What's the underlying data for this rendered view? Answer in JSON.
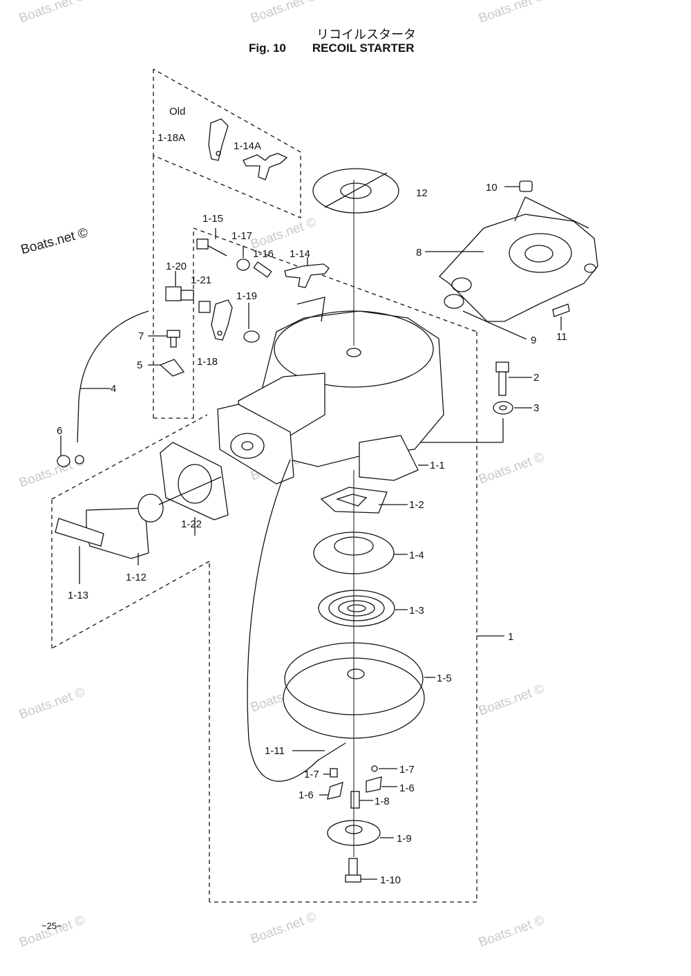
{
  "title_jp": "リコイルスタータ",
  "fig_label": "Fig. 10",
  "title_en": "RECOIL STARTER",
  "old_label": "Old",
  "watermark": "Boats.net ©",
  "page_number": "−25−",
  "part_labels": {
    "p1": "1",
    "p2": "2",
    "p3": "3",
    "p4": "4",
    "p5": "5",
    "p6": "6",
    "p7": "7",
    "p8": "8",
    "p9": "9",
    "p10": "10",
    "p11": "11",
    "p12": "12",
    "p1_1": "1-1",
    "p1_2": "1-2",
    "p1_3": "1-3",
    "p1_4": "1-4",
    "p1_5": "1-5",
    "p1_6a": "1-6",
    "p1_6b": "1-6",
    "p1_7a": "1-7",
    "p1_7b": "1-7",
    "p1_8": "1-8",
    "p1_9": "1-9",
    "p1_10": "1-10",
    "p1_11": "1-11",
    "p1_12": "1-12",
    "p1_13": "1-13",
    "p1_14": "1-14",
    "p1_14A": "1-14A",
    "p1_15": "1-15",
    "p1_16": "1-16",
    "p1_17": "1-17",
    "p1_18": "1-18",
    "p1_18A": "1-18A",
    "p1_19": "1-19",
    "p1_20": "1-20",
    "p1_21": "1-21",
    "p1_22": "1-22"
  }
}
